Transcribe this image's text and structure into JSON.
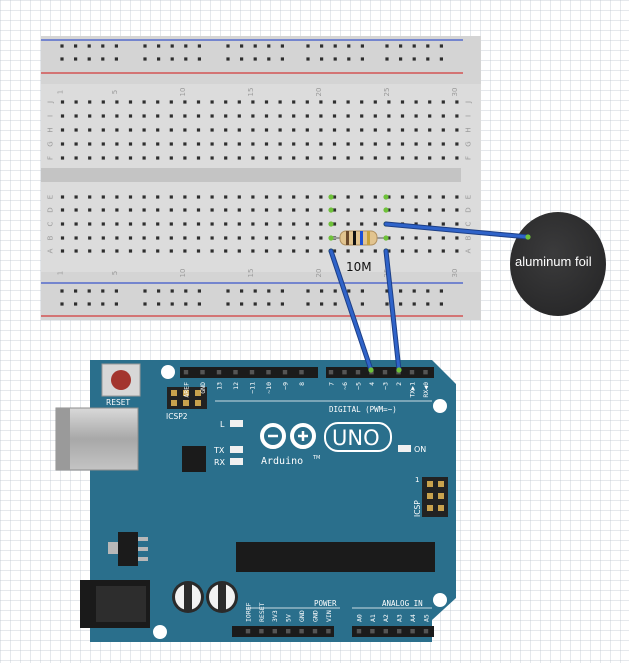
{
  "breadboard": {
    "column_numbers": [
      "1",
      "5",
      "10",
      "15",
      "20",
      "25",
      "30"
    ],
    "row_letters_top": [
      "J",
      "I",
      "H",
      "G",
      "F"
    ],
    "row_letters_bottom": [
      "E",
      "D",
      "C",
      "B",
      "A"
    ]
  },
  "resistor": {
    "label": "10M",
    "bands": [
      "#6b4a2b",
      "#111111",
      "#1b4fd6",
      "#c9a13a"
    ]
  },
  "foil": {
    "label": "aluminum foil",
    "color": "#2f2f30"
  },
  "colors": {
    "board": "#2a6f8c",
    "wire": "#2f63c9",
    "wire_outline": "#1d3f86",
    "rail_red": "#d23a3a",
    "rail_blue": "#3a56c9"
  },
  "arduino": {
    "reset_label": "RESET",
    "icsp2_label": "ICSP2",
    "icsp_label": "ICSP",
    "digital_header": [
      "AREF",
      "GND",
      "13",
      "12",
      "~11",
      "~10",
      "~9",
      "8",
      "7",
      "~6",
      "~5",
      "4",
      "~3",
      "2",
      "TX▶1",
      "RX◀0"
    ],
    "digital_label": "DIGITAL (PWM=~)",
    "led_l": "L",
    "led_tx": "TX",
    "led_rx": "RX",
    "logo_text": "UNO",
    "brand": "Arduino",
    "tm": "TM",
    "on_label": "ON",
    "icsp_one": "1",
    "power_header": [
      "IOREF",
      "RESET",
      "3V3",
      "5V",
      "GND",
      "GND",
      "VIN"
    ],
    "power_label": "POWER",
    "analog_header": [
      "A0",
      "A1",
      "A2",
      "A3",
      "A4",
      "A5"
    ],
    "analog_label": "ANALOG IN"
  }
}
